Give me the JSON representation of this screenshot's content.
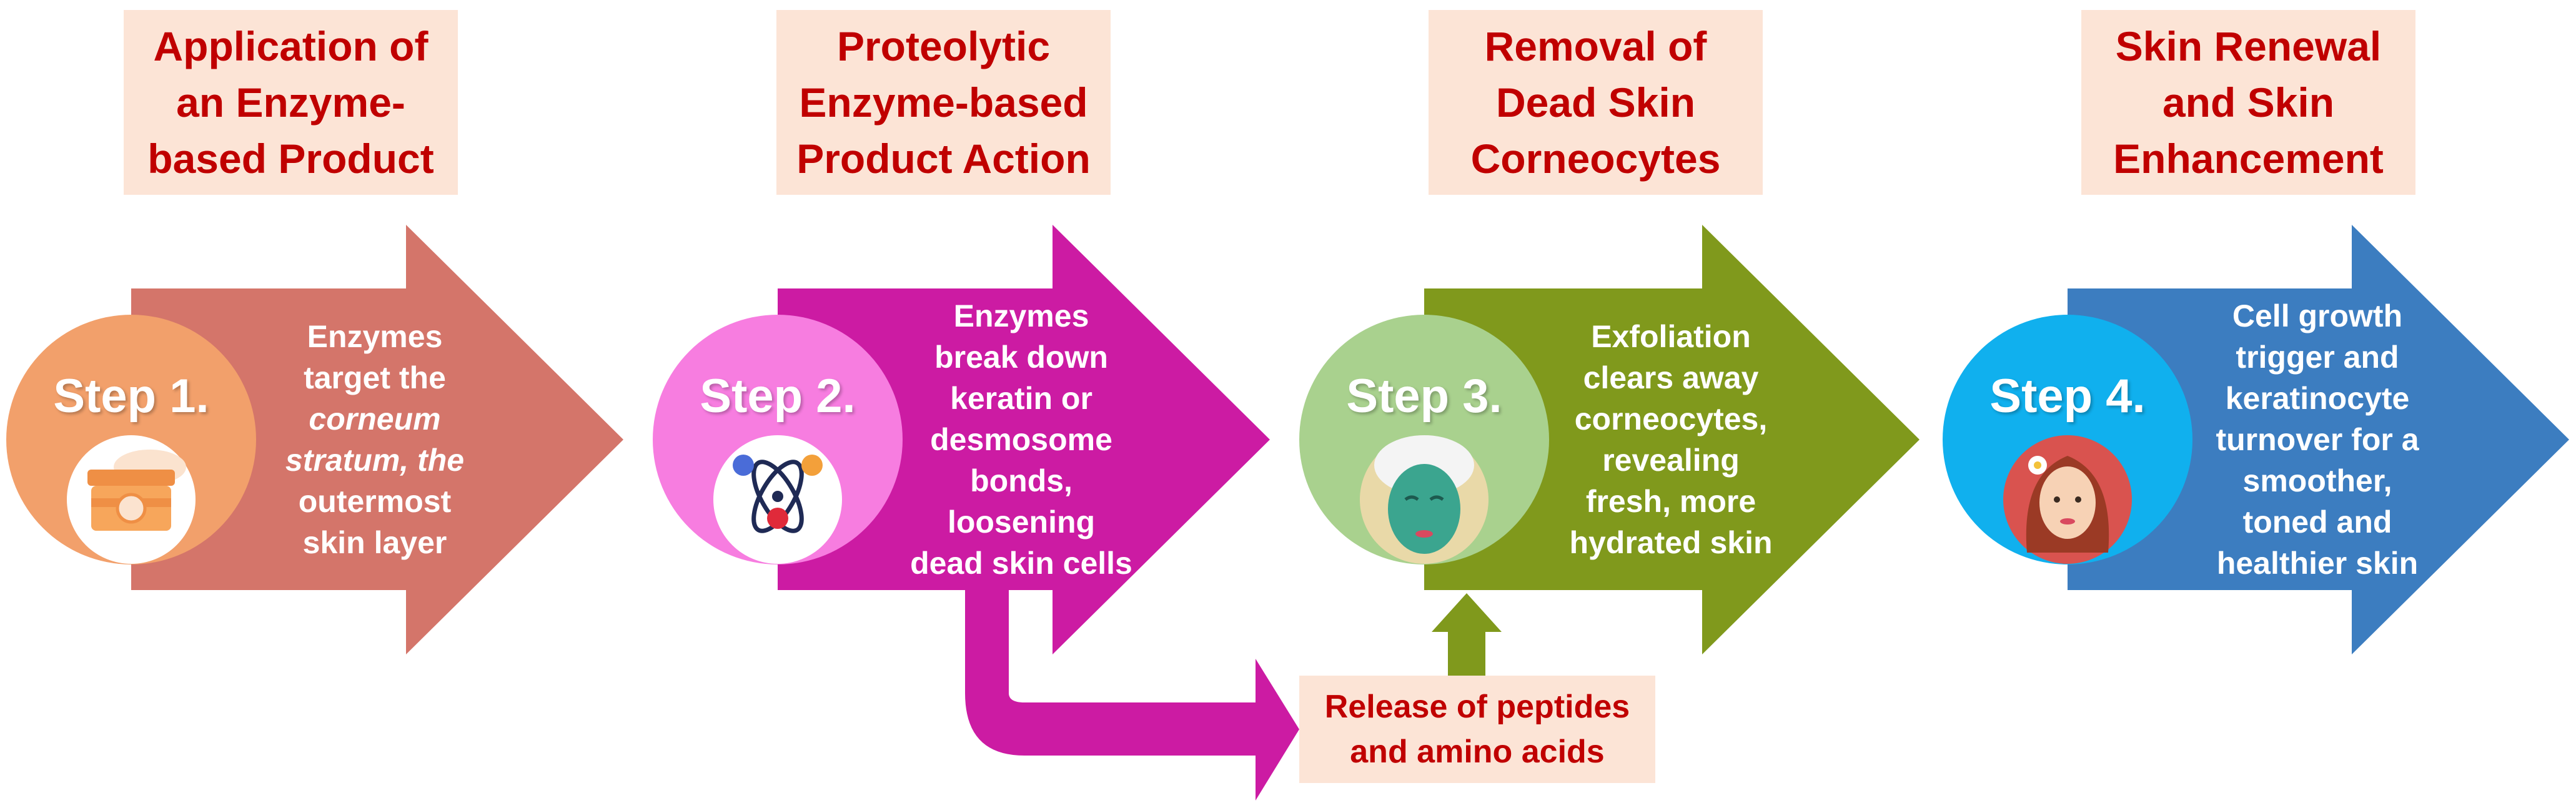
{
  "steps": [
    {
      "label": "Step 1.",
      "title": [
        "Application of",
        "an Enzyme-",
        "based Product"
      ],
      "description": [
        "Enzymes",
        "target the",
        "corneum",
        "stratum, the",
        "outermost",
        "skin layer"
      ],
      "italic_lines": [
        2,
        3
      ],
      "icon": "cream-jar-icon",
      "colors": {
        "arrow": "#d4756a",
        "circle": "#f2a06b"
      }
    },
    {
      "label": "Step 2.",
      "title": [
        "Proteolytic",
        "Enzyme-based",
        "Product Action"
      ],
      "description": [
        "Enzymes",
        "break down",
        "keratin or",
        "desmosome",
        "bonds,",
        "loosening",
        "dead skin cells"
      ],
      "italic_lines": [],
      "icon": "molecule-icon",
      "colors": {
        "arrow": "#cc1ba3",
        "circle": "#f77de0"
      }
    },
    {
      "label": "Step 3.",
      "title": [
        "Removal of",
        "Dead Skin",
        "Corneocytes"
      ],
      "description": [
        "Exfoliation",
        "clears away",
        "corneocytes,",
        "revealing",
        "fresh, more",
        "hydrated skin"
      ],
      "italic_lines": [],
      "icon": "face-mask-icon",
      "colors": {
        "arrow": "#80991c",
        "circle": "#a9d18e"
      }
    },
    {
      "label": "Step 4.",
      "title": [
        "Skin Renewal",
        "and Skin",
        "Enhancement"
      ],
      "description": [
        "Cell growth",
        "trigger and",
        "keratinocyte",
        "turnover for a",
        "smoother,",
        "toned and",
        "healthier skin"
      ],
      "italic_lines": [],
      "icon": "woman-face-icon",
      "colors": {
        "arrow": "#3c7dc0",
        "circle": "#10b0ee"
      }
    }
  ],
  "release": {
    "lines": [
      "Release of peptides",
      "and amino acids"
    ],
    "colors": {
      "connector": "#cc1ba3",
      "up_arrow": "#80991c"
    }
  },
  "colors": {
    "title_bg": "#fce4d6",
    "title_text": "#c00000"
  }
}
